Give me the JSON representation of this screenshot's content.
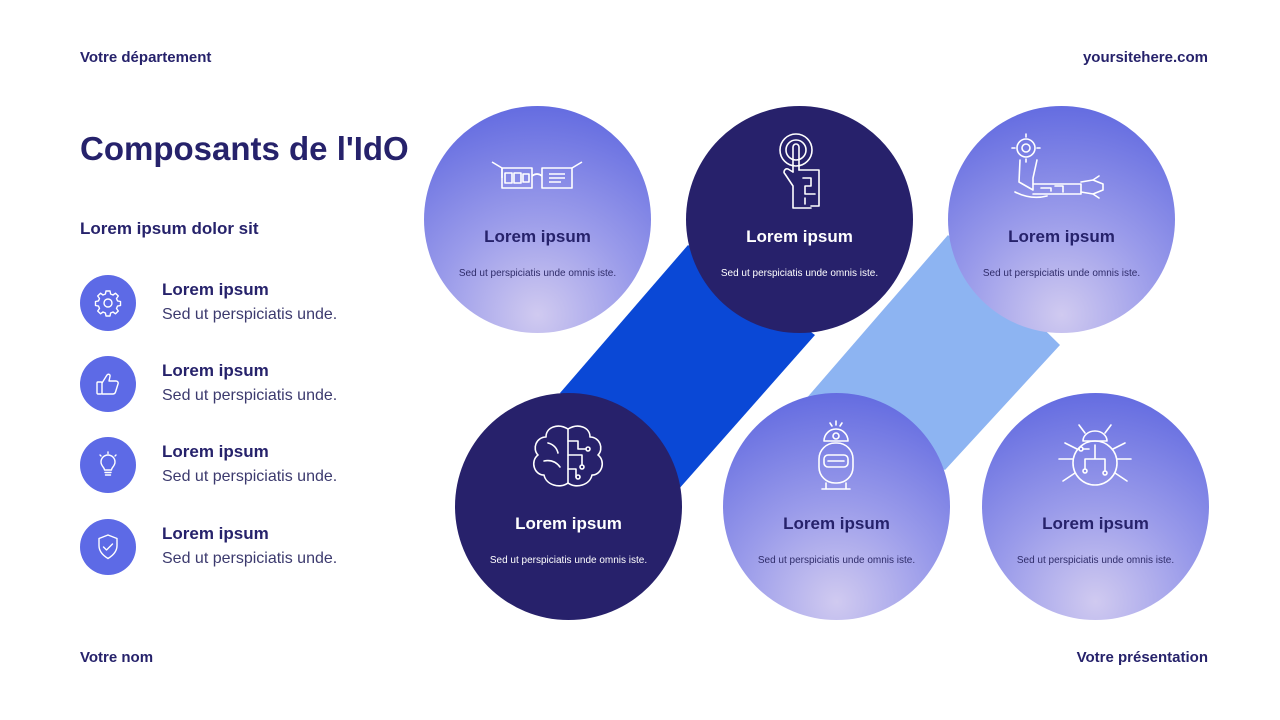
{
  "header": {
    "department": "Votre département",
    "website": "yoursitehere.com"
  },
  "footer": {
    "name": "Votre nom",
    "presentation": "Votre présentation"
  },
  "title": "Composants de l'IdO",
  "subtitle": "Lorem ipsum dolor sit",
  "features": [
    {
      "icon": "gear-icon",
      "heading": "Lorem ipsum",
      "text": "Sed ut perspiciatis unde."
    },
    {
      "icon": "thumbs-up-icon",
      "heading": "Lorem ipsum",
      "text": "Sed ut perspiciatis unde."
    },
    {
      "icon": "lightbulb-icon",
      "heading": "Lorem ipsum",
      "text": "Sed ut perspiciatis unde."
    },
    {
      "icon": "shield-check-icon",
      "heading": "Lorem ipsum",
      "text": "Sed ut perspiciatis unde."
    }
  ],
  "diagram": {
    "nodes": [
      {
        "icon": "smart-glasses-icon",
        "title": "Lorem ipsum",
        "text": "Sed ut perspiciatis unde omnis iste."
      },
      {
        "icon": "touch-hand-icon",
        "title": "Lorem ipsum",
        "text": "Sed ut perspiciatis unde omnis iste."
      },
      {
        "icon": "robotic-arm-icon",
        "title": "Lorem ipsum",
        "text": "Sed ut perspiciatis unde omnis iste."
      },
      {
        "icon": "circuit-brain-icon",
        "title": "Lorem ipsum",
        "text": "Sed ut perspiciatis unde omnis iste."
      },
      {
        "icon": "robot-icon",
        "title": "Lorem ipsum",
        "text": "Sed ut perspiciatis unde omnis iste."
      },
      {
        "icon": "circuit-bug-icon",
        "title": "Lorem ipsum",
        "text": "Sed ut perspiciatis unde omnis iste."
      }
    ],
    "colors": {
      "dark_node": "#27216b",
      "gradient_node": "#5660de",
      "connector_dark": "#0a48d6",
      "connector_light": "#8db4f2"
    }
  }
}
